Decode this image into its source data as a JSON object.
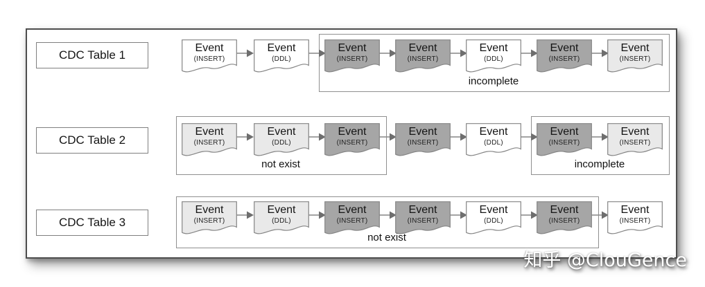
{
  "watermark": "知乎 @ClouGence",
  "event_label": "Event",
  "colors": {
    "dark": "#a6a6a6",
    "light": "#e9e9e9",
    "white": "#ffffff",
    "event_border": "#848484",
    "arrow_line": "#8c8c8c",
    "arrow_head": "#6e6e6e"
  },
  "rows": [
    {
      "table": "CDC Table 1",
      "events": [
        {
          "kind": "(INSERT)",
          "fill": "white"
        },
        {
          "kind": "(DDL)",
          "fill": "white"
        },
        {
          "kind": "(INSERT)",
          "fill": "dark"
        },
        {
          "kind": "(INSERT)",
          "fill": "dark"
        },
        {
          "kind": "(DDL)",
          "fill": "white"
        },
        {
          "kind": "(INSERT)",
          "fill": "dark"
        },
        {
          "kind": "(INSERT)",
          "fill": "light"
        }
      ],
      "groups": [
        {
          "label": "incomplete",
          "from": 2,
          "to": 6
        }
      ]
    },
    {
      "table": "CDC Table 2",
      "events": [
        {
          "kind": "(INSERT)",
          "fill": "light"
        },
        {
          "kind": "(DDL)",
          "fill": "light"
        },
        {
          "kind": "(INSERT)",
          "fill": "dark"
        },
        {
          "kind": "(INSERT)",
          "fill": "dark"
        },
        {
          "kind": "(DDL)",
          "fill": "white"
        },
        {
          "kind": "(INSERT)",
          "fill": "dark"
        },
        {
          "kind": "(INSERT)",
          "fill": "light"
        }
      ],
      "groups": [
        {
          "label": "not exist",
          "from": 0,
          "to": 2
        },
        {
          "label": "incomplete",
          "from": 5,
          "to": 6
        }
      ]
    },
    {
      "table": "CDC Table 3",
      "events": [
        {
          "kind": "(INSERT)",
          "fill": "light"
        },
        {
          "kind": "(DDL)",
          "fill": "light"
        },
        {
          "kind": "(INSERT)",
          "fill": "dark"
        },
        {
          "kind": "(INSERT)",
          "fill": "dark"
        },
        {
          "kind": "(DDL)",
          "fill": "white"
        },
        {
          "kind": "(INSERT)",
          "fill": "dark"
        },
        {
          "kind": "(INSERT)",
          "fill": "white"
        }
      ],
      "groups": [
        {
          "label": "not exist",
          "from": 0,
          "to": 5
        }
      ]
    }
  ]
}
